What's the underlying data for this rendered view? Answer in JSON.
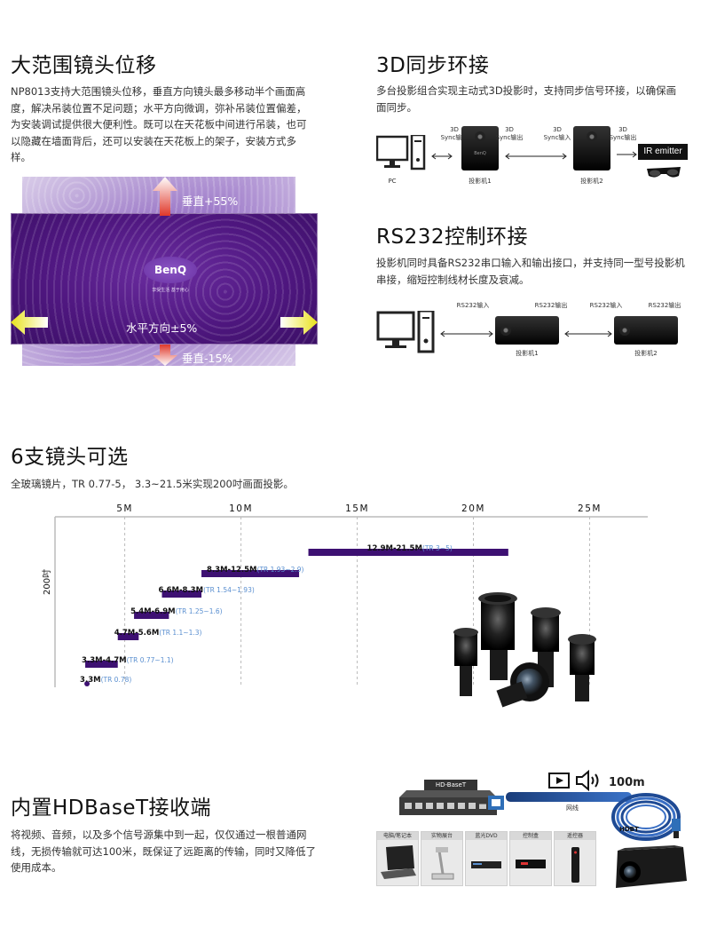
{
  "lens_shift": {
    "title": "大范围镜头位移",
    "desc_lines": [
      "NP8013支持大范围镜头位移，垂直方向镜头最多移动半个画面高",
      "度，解决吊装位置不足问题；水平方向微调，弥补吊装位置偏差，",
      "为安装调试提供很大便利性。既可以在天花板中间进行吊装，也可",
      "以隐藏在墙面背后，还可以安装在天花板上的架子，安装方式多",
      "样。"
    ],
    "logo": "BenQ",
    "slogan": "享受生活 基于用心",
    "vertical_up": "垂直+55%",
    "horizontal": "水平方向±5%",
    "vertical_down": "垂直-15%"
  },
  "sync": {
    "title": "3D同步环接",
    "desc_lines": [
      "多台投影组合实现主动式3D投影时，支持同步信号环接，以确保画",
      "面同步。"
    ],
    "labels": {
      "in1_a": "3D",
      "in1_b": "Sync输入",
      "out1_a": "3D",
      "out1_b": "Sync输出",
      "in2_a": "3D",
      "in2_b": "Sync输入",
      "out2_a": "3D",
      "out2_b": "Sync输出",
      "pc": "PC",
      "proj1": "投影机1",
      "proj2": "投影机2",
      "ir": "IR emitter",
      "brand": "BenQ"
    }
  },
  "rs232": {
    "title": "RS232控制环接",
    "desc_lines": [
      "投影机同时具备RS232串口输入和输出接口，并支持同一型号投影机",
      "串接，缩短控制线材长度及衰减。"
    ],
    "labels": {
      "in1": "RS232输入",
      "out1": "RS232输出",
      "in2": "RS232输入",
      "out2": "RS232输出",
      "proj1": "投影机1",
      "proj2": "投影机2"
    }
  },
  "lenses": {
    "title": "6支镜头可选",
    "desc": "全玻璃镜片，TR 0.77-5， 3.3~21.5米实现200吋画面投影。"
  },
  "chart_data": {
    "type": "bar",
    "orientation": "horizontal-range",
    "x_ticks": [
      "5M",
      "10M",
      "15M",
      "20M",
      "25M"
    ],
    "x_tick_values": [
      5,
      10,
      15,
      20,
      25
    ],
    "xlim": [
      2,
      27.5
    ],
    "ylabel": "200吋",
    "bar_color": "#3d1072",
    "series": [
      {
        "label": "12.9M-21.5M",
        "tr": "(TR 3~5)",
        "start": 12.9,
        "end": 21.5
      },
      {
        "label": "8.3M-12.5M",
        "tr": "(TR 1.93~2.9)",
        "start": 8.3,
        "end": 12.5
      },
      {
        "label": "6.6M-8.3M",
        "tr": "(TR 1.54~1.93)",
        "start": 6.6,
        "end": 8.3
      },
      {
        "label": "5.4M-6.9M",
        "tr": "(TR 1.25~1.6)",
        "start": 5.4,
        "end": 6.9
      },
      {
        "label": "4.7M-5.6M",
        "tr": "(TR 1.1~1.3)",
        "start": 4.7,
        "end": 5.6
      },
      {
        "label": "3.3M-4.7M",
        "tr": "(TR 0.77~1.1)",
        "start": 3.3,
        "end": 4.7
      },
      {
        "label": "3.3M",
        "tr": "(TR 0.78)",
        "start": 3.3,
        "end": 3.3
      }
    ]
  },
  "hdbaset": {
    "title": "内置HDBaseT接收端",
    "desc_lines": [
      "将视频、音频，以及多个信号源集中到一起，仅仅通过一根普通网",
      "线，无损传输就可达100米，既保证了远距离的传输，同时又降低了",
      "使用成本。"
    ],
    "box_label": "HD-BaseT",
    "cable_label": "网线",
    "distance": "100m",
    "hdbt_logo": "HDBT",
    "sources": [
      "电脑/笔记本",
      "实物展台",
      "蓝光DVD",
      "控制盒",
      "遥控器"
    ]
  }
}
